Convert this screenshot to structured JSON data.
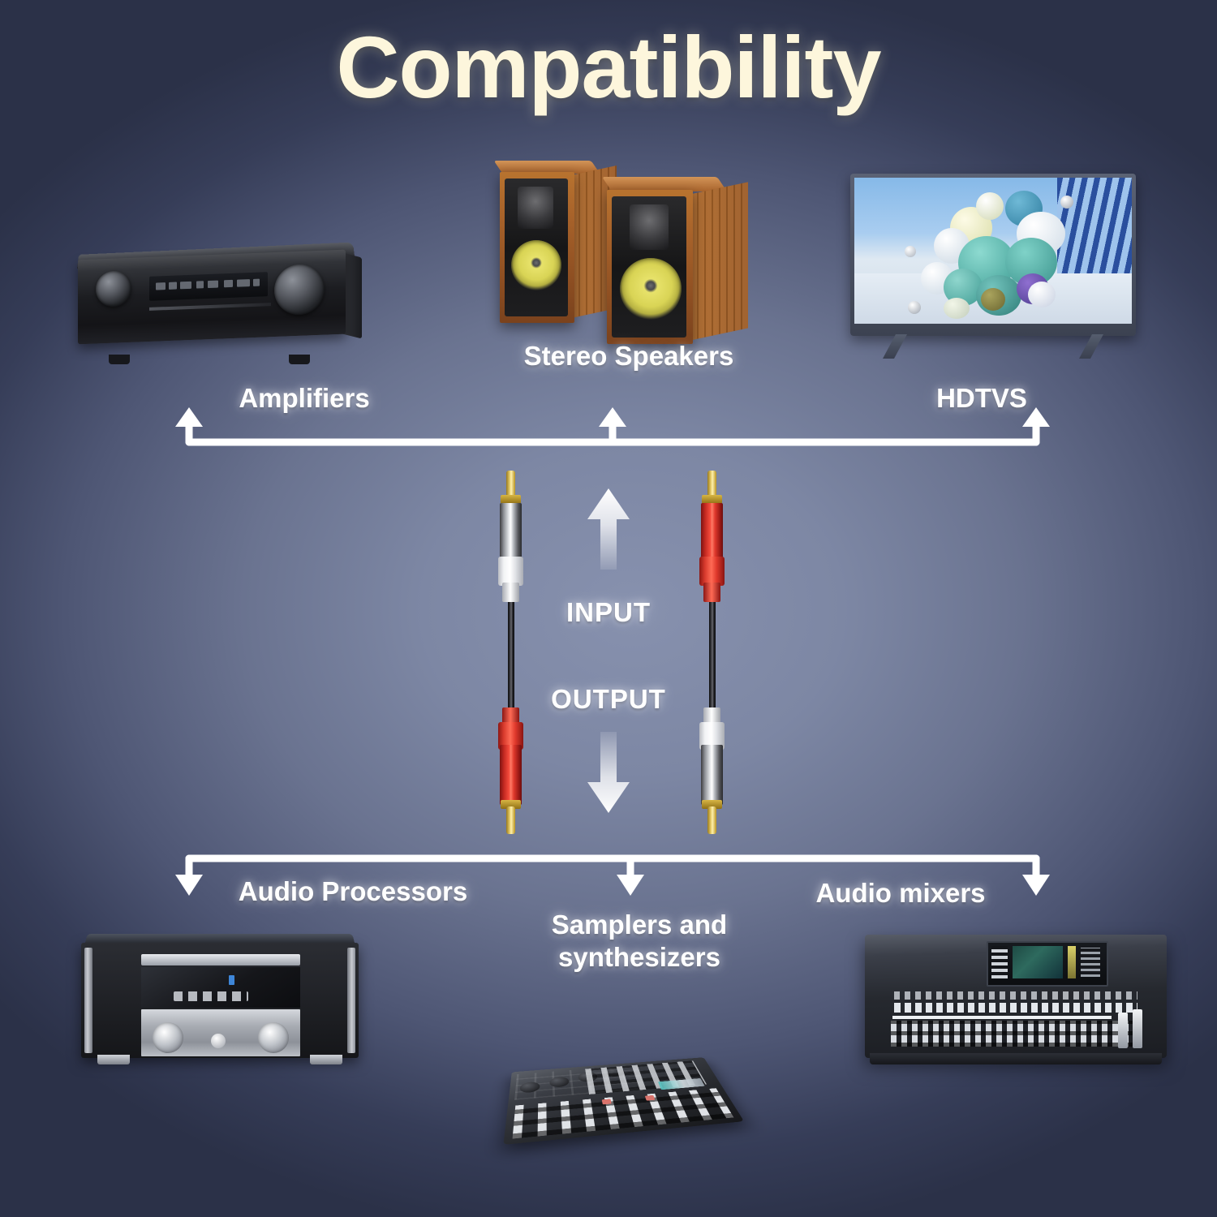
{
  "page": {
    "title": "Compatibility",
    "background_dark": "#2b3148",
    "background_light": "#8791ae",
    "title_color": "#fdf6dc",
    "label_color": "#ffffff"
  },
  "top_row": {
    "bracket_name": "top-connection-bracket",
    "devices": [
      {
        "id": "amplifiers",
        "label": "Amplifiers",
        "icon": "av-receiver-icon"
      },
      {
        "id": "stereo-speakers",
        "label": "Stereo Speakers",
        "icon": "bookshelf-speakers-icon"
      },
      {
        "id": "hdtvs",
        "label": "HDTVS",
        "icon": "flat-screen-tv-icon"
      }
    ]
  },
  "center": {
    "input_label": "INPUT",
    "output_label": "OUTPUT",
    "cable_name": "rca-to-rca-audio-cable",
    "connectors": [
      {
        "id": "top-left-connector",
        "color_name": "white",
        "color": "#ffffff"
      },
      {
        "id": "top-right-connector",
        "color_name": "red",
        "color": "#e0392c"
      },
      {
        "id": "bottom-left-connector",
        "color_name": "red",
        "color": "#e0392c"
      },
      {
        "id": "bottom-right-connector",
        "color_name": "white",
        "color": "#ffffff"
      }
    ]
  },
  "bottom_row": {
    "bracket_name": "bottom-connection-bracket",
    "devices": [
      {
        "id": "audio-processors",
        "label": "Audio Processors",
        "icon": "audio-processor-icon"
      },
      {
        "id": "samplers-synthesizers",
        "label": "Samplers and\nsynthesizers",
        "icon": "compact-mixer-icon"
      },
      {
        "id": "audio-mixers",
        "label": "Audio mixers",
        "icon": "digital-mixing-console-icon"
      }
    ]
  }
}
